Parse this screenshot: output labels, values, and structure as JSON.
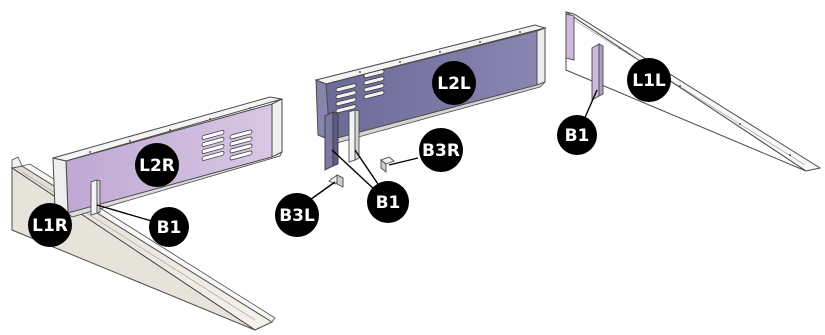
{
  "parts": [
    {
      "id": "L1R",
      "label": "L1R",
      "description": "left triangular side panel (right-hand)"
    },
    {
      "id": "L2R",
      "label": "L2R",
      "description": "vented back panel (right-hand)"
    },
    {
      "id": "L2L",
      "label": "L2L",
      "description": "vented back panel (left-hand)"
    },
    {
      "id": "L1L",
      "label": "L1L",
      "description": "triangular side panel (left-hand)"
    },
    {
      "id": "B1",
      "label": "B1",
      "description": "vertical bracket"
    },
    {
      "id": "B3L",
      "label": "B3L",
      "description": "small angle bracket (left)"
    },
    {
      "id": "B3R",
      "label": "B3R",
      "description": "small angle bracket (right)"
    }
  ],
  "callouts": {
    "l1r": "L1R",
    "l2r": "L2R",
    "b1_left": "B1",
    "l2l": "L2L",
    "b3r": "B3R",
    "b3l": "B3L",
    "b1_center": "B1",
    "l1l": "L1L",
    "b1_right": "B1"
  },
  "colors": {
    "panel_purple": "#c9b4d9",
    "panel_purple_dark": "#7f7ba6",
    "panel_light": "#ebe9e2",
    "metal_edge": "#f6f6f6",
    "outline": "#4a4a4a",
    "callout_fill": "#000000",
    "callout_text": "#ffffff"
  }
}
